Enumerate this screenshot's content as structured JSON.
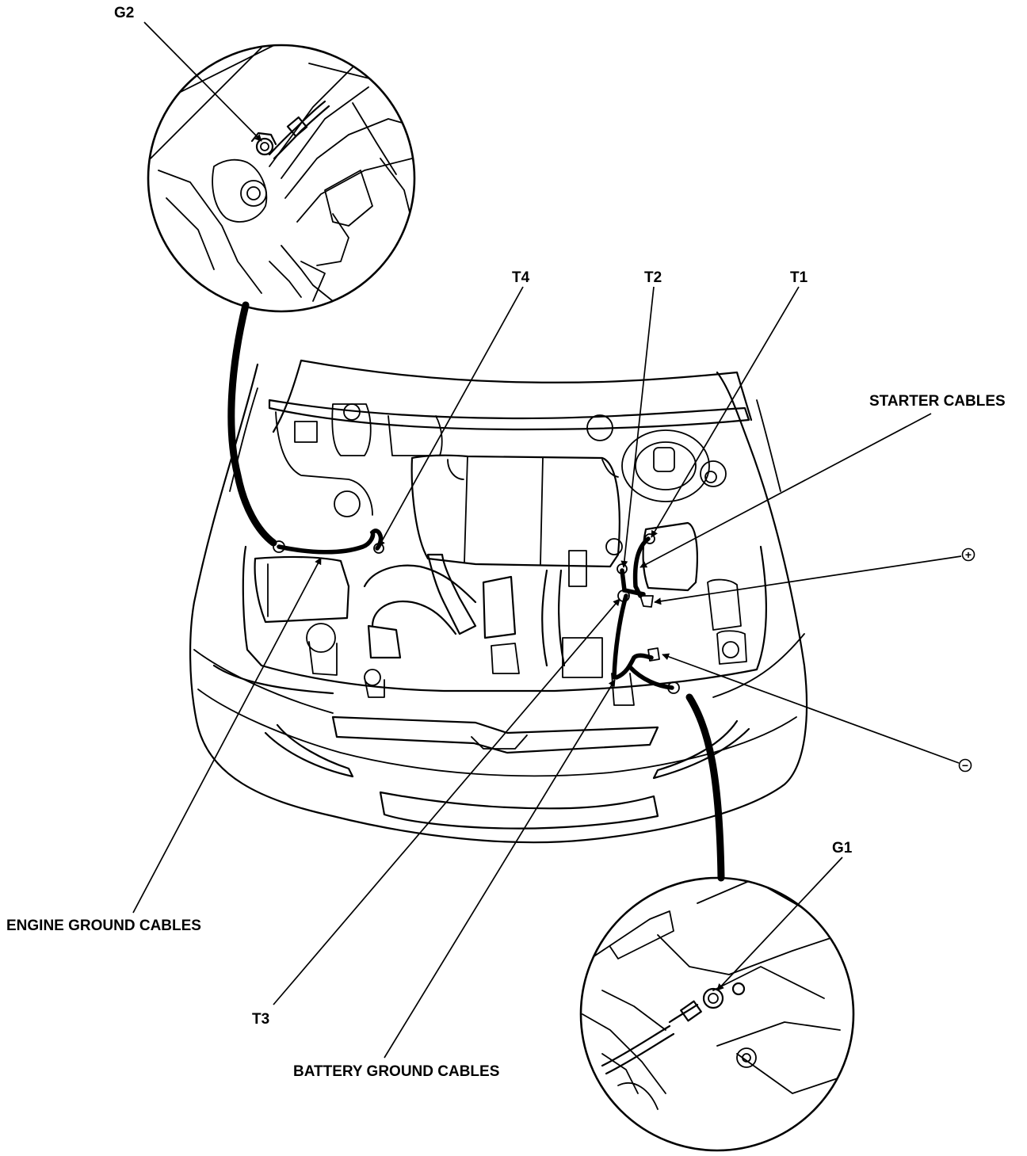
{
  "labels": {
    "g2": "G2",
    "t4": "T4",
    "t2": "T2",
    "t1": "T1",
    "starter_cables": "STARTER CABLES",
    "plus": "+",
    "minus": "−",
    "g1": "G1",
    "engine_ground_cables": "ENGINE GROUND CABLES",
    "t3": "T3",
    "battery_ground_cables": "BATTERY GROUND CABLES"
  },
  "colors": {
    "line": "#000000",
    "background": "#ffffff"
  }
}
